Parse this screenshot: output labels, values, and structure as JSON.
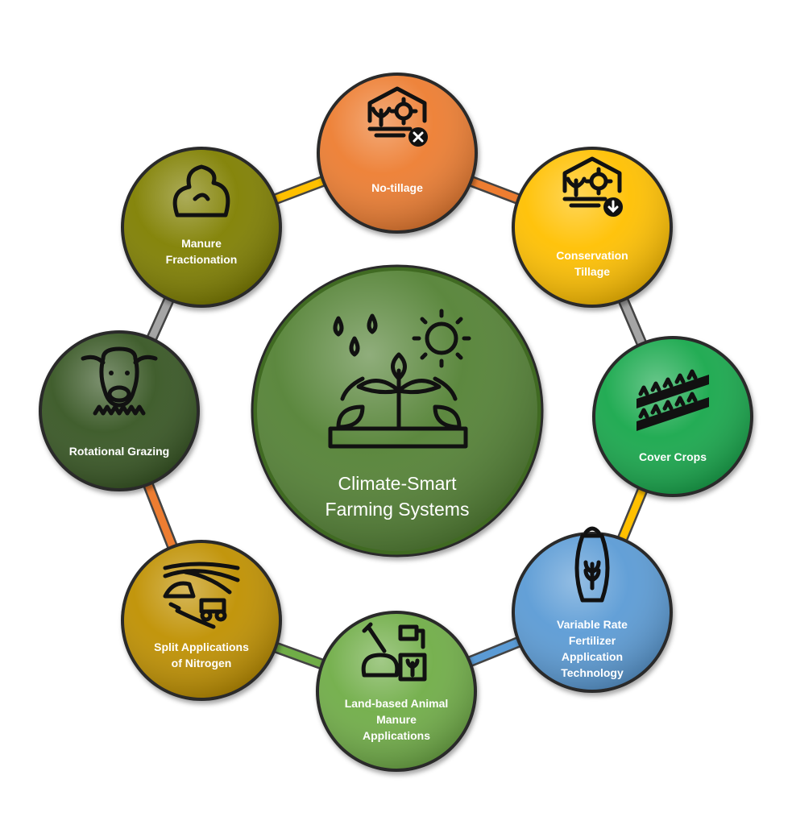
{
  "center": {
    "lines": [
      "Climate-Smart",
      "Farming Systems"
    ],
    "color": "#548235",
    "icon": "plant-weather-icon"
  },
  "nodes": [
    {
      "id": "no-tillage",
      "lines": [
        "No-tillage"
      ],
      "color": "#ED7D31",
      "icon": "soil-gear-x-icon"
    },
    {
      "id": "conservation-tillage",
      "lines": [
        "Conservation",
        "Tillage"
      ],
      "color": "#FFC000",
      "icon": "soil-gear-down-icon"
    },
    {
      "id": "cover-crops",
      "lines": [
        "Cover Crops"
      ],
      "color": "#18A84C",
      "icon": "crop-rows-icon"
    },
    {
      "id": "variable-rate",
      "lines": [
        "Variable Rate",
        "Fertilizer",
        "Application",
        "Technology"
      ],
      "color": "#5B9BD5",
      "icon": "fertilizer-bag-icon"
    },
    {
      "id": "land-based-manure",
      "lines": [
        "Land-based Animal",
        "Manure",
        "Applications"
      ],
      "color": "#70AD47",
      "icon": "manure-application-icon"
    },
    {
      "id": "split-nitrogen",
      "lines": [
        "Split Applications",
        "of Nitrogen"
      ],
      "color": "#BF9000",
      "icon": "field-spreader-icon"
    },
    {
      "id": "rotational-grazing",
      "lines": [
        "Rotational Grazing"
      ],
      "color": "#375623",
      "icon": "cow-icon"
    },
    {
      "id": "manure-fractionation",
      "lines": [
        "Manure",
        "Fractionation"
      ],
      "color": "#7F7F00",
      "icon": "manure-pile-icon"
    }
  ],
  "ring_segment_colors": [
    "#ED7D31",
    "#A5A5A5",
    "#FFC000",
    "#5B9BD5",
    "#70AD47",
    "#ED7D31",
    "#A5A5A5",
    "#FFC000"
  ]
}
